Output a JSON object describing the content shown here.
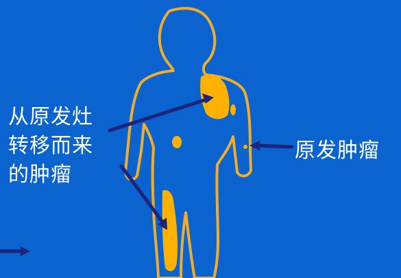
{
  "labels": {
    "secondary_tumor": [
      "从原发灶",
      "转移而来",
      "的肿瘤"
    ],
    "primary_tumor": "原发肿瘤"
  },
  "colors": {
    "background": "#0a63cf",
    "outline": "#f0ad2d",
    "tumor": "#ffb100",
    "arrow": "#1b237a"
  }
}
